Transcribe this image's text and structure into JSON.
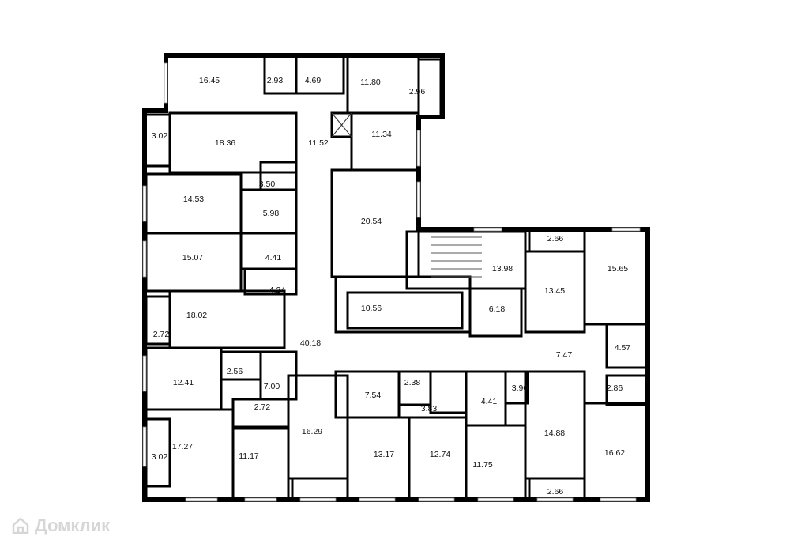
{
  "floor_plan": {
    "rooms": [
      {
        "area": "16.45"
      },
      {
        "area": "2.93"
      },
      {
        "area": "4.69"
      },
      {
        "area": "11.80"
      },
      {
        "area": "2.96"
      },
      {
        "area": "3.02"
      },
      {
        "area": "18.36"
      },
      {
        "area": "11.52"
      },
      {
        "area": "11.34"
      },
      {
        "area": "3.50"
      },
      {
        "area": "14.53"
      },
      {
        "area": "5.98"
      },
      {
        "area": "20.54"
      },
      {
        "area": "13.98"
      },
      {
        "area": "2.66"
      },
      {
        "area": "15.65"
      },
      {
        "area": "15.07"
      },
      {
        "area": "4.41"
      },
      {
        "area": "4.24"
      },
      {
        "area": "13.45"
      },
      {
        "area": "10.56"
      },
      {
        "area": "6.18"
      },
      {
        "area": "18.02"
      },
      {
        "area": "2.72"
      },
      {
        "area": "40.18"
      },
      {
        "area": "7.47"
      },
      {
        "area": "4.57"
      },
      {
        "area": "12.41"
      },
      {
        "area": "2.56"
      },
      {
        "area": "7.00"
      },
      {
        "area": "3.90"
      },
      {
        "area": "2.86"
      },
      {
        "area": "7.54"
      },
      {
        "area": "2.38"
      },
      {
        "area": "3.83"
      },
      {
        "area": "4.41"
      },
      {
        "area": "2.72"
      },
      {
        "area": "16.29"
      },
      {
        "area": "14.88"
      },
      {
        "area": "17.27"
      },
      {
        "area": "11.17"
      },
      {
        "area": "13.17"
      },
      {
        "area": "12.74"
      },
      {
        "area": "11.75"
      },
      {
        "area": "16.62"
      },
      {
        "area": "3.02"
      },
      {
        "area": "2.66"
      }
    ]
  },
  "watermark": {
    "text": "Домклик",
    "color": "#d6d6d6"
  },
  "colors": {
    "wall": "#000000",
    "background": "#ffffff"
  }
}
